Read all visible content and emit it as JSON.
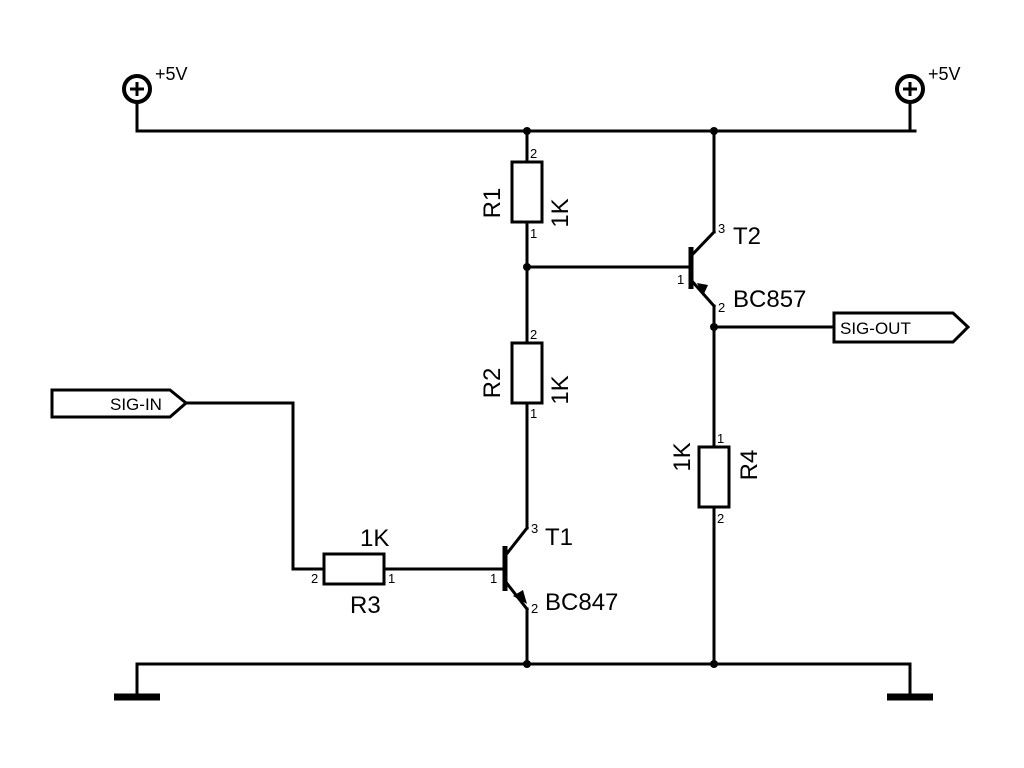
{
  "supply": {
    "left": "+5V",
    "right": "+5V"
  },
  "nets": {
    "input": "SIG-IN",
    "output": "SIG-OUT"
  },
  "r1": {
    "ref": "R1",
    "value": "1K",
    "pin_top": "2",
    "pin_bottom": "1"
  },
  "r2": {
    "ref": "R2",
    "value": "1K",
    "pin_top": "2",
    "pin_bottom": "1"
  },
  "r3": {
    "ref": "R3",
    "value": "1K",
    "pin_left": "2",
    "pin_right": "1"
  },
  "r4": {
    "ref": "R4",
    "value": "1K",
    "pin_top": "1",
    "pin_bottom": "2"
  },
  "t1": {
    "ref": "T1",
    "part": "BC847",
    "pin_base": "1",
    "pin_emitter": "2",
    "pin_collector": "3"
  },
  "t2": {
    "ref": "T2",
    "part": "BC857",
    "pin_base": "1",
    "pin_collector": "2",
    "pin_emitter": "3"
  },
  "colors": {
    "ink": "#000000",
    "paper": "#ffffff"
  }
}
